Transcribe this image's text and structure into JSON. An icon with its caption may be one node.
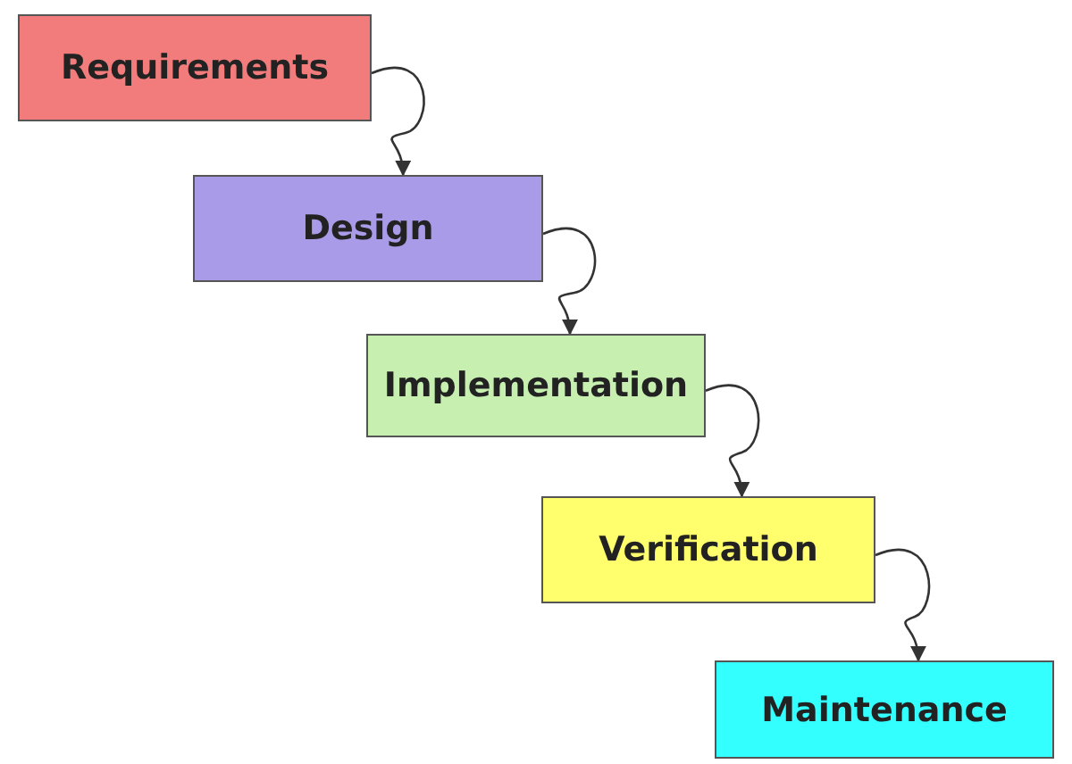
{
  "diagram": {
    "nodes": [
      {
        "text": [
          "Requirements"
        ]
      },
      {
        "text": [
          "Design"
        ]
      },
      {
        "text": [
          "Implementation"
        ]
      },
      {
        "text": [
          "Verification"
        ]
      },
      {
        "text": [
          "Maintenance"
        ]
      }
    ],
    "edges": [
      {
        "from": 0,
        "to": 1,
        "arrow": "to"
      },
      {
        "from": 1,
        "to": 2,
        "arrow": "to"
      },
      {
        "from": 2,
        "to": 3,
        "arrow": "to"
      },
      {
        "from": 3,
        "to": 4,
        "arrow": "to"
      }
    ]
  }
}
